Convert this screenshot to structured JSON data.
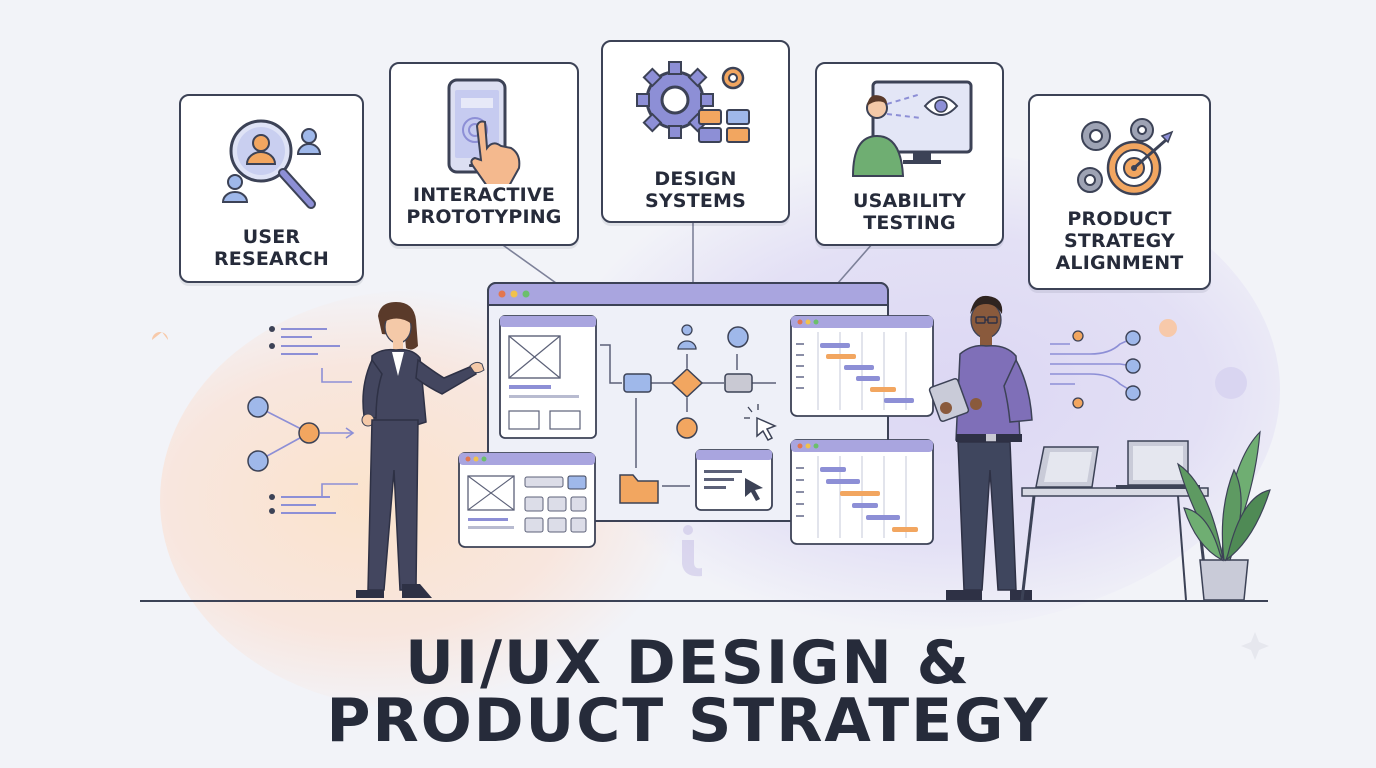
{
  "cards": {
    "user_research": "USER\nRESEARCH",
    "interactive_prototyping": "INTERACTIVE\nPROTOTYPING",
    "design_systems": "DESIGN\nSYSTEMS",
    "usability_testing": "USABILITY\nTESTING",
    "product_strategy": "PRODUCT\nSTRATEGY\nALIGNMENT"
  },
  "title": {
    "line1": "UI/UX DESIGN &",
    "line2": "PRODUCT STRATEGY"
  },
  "colors": {
    "ink": "#262b3a",
    "outline": "#3c4256",
    "purple": "#8d8fd6",
    "orange": "#f2a660",
    "blue": "#9fb8ea",
    "suit": "#43465f",
    "shirt": "#7f6fb8",
    "plant": "#5e9a62"
  },
  "icons": [
    "magnifier-user-icon",
    "phone-tap-icon",
    "gears-blocks-icon",
    "eye-monitor-icon",
    "gears-target-icon"
  ]
}
